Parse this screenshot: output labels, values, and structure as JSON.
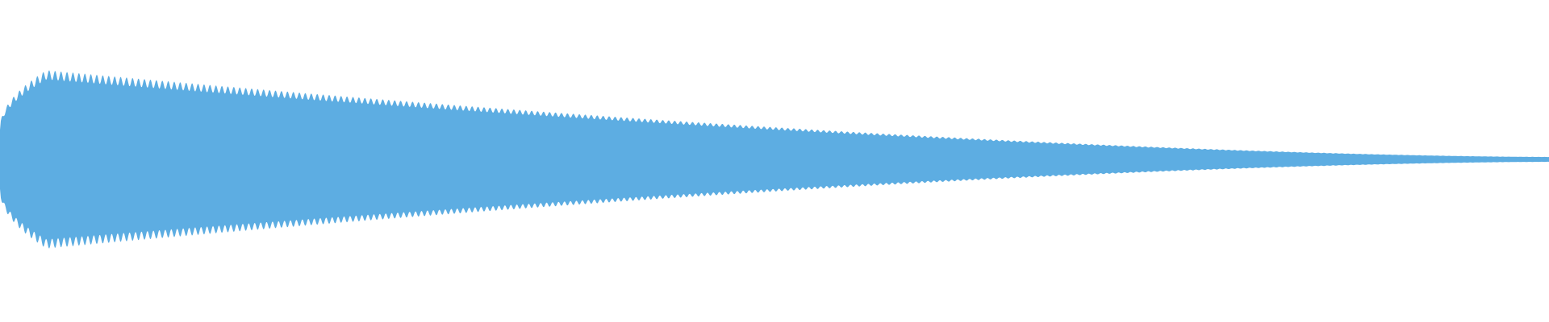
{
  "waveform": {
    "color": "#5dade2",
    "background": "#ffffff",
    "envelope": {
      "attack_fraction": 0.03,
      "peak_amplitude": 0.7,
      "end_amplitude": 0.02,
      "ripple": 0.06,
      "ripple_cycles": 260
    }
  }
}
